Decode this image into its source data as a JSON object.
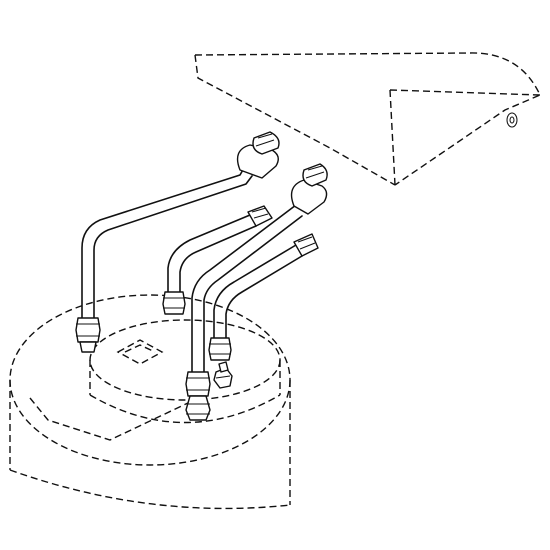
{
  "figure": {
    "background": "#ffffff",
    "line_color": "#111111",
    "components": [
      {
        "name": "heat-exchanger-housing",
        "style": "dashed"
      },
      {
        "name": "storage-tank",
        "style": "dashed"
      },
      {
        "name": "connection-pipe-1",
        "style": "solid"
      },
      {
        "name": "connection-pipe-2",
        "style": "solid"
      },
      {
        "name": "connection-pipe-3",
        "style": "solid"
      },
      {
        "name": "connection-pipe-4",
        "style": "solid"
      },
      {
        "name": "drain-valve",
        "style": "solid"
      }
    ]
  }
}
